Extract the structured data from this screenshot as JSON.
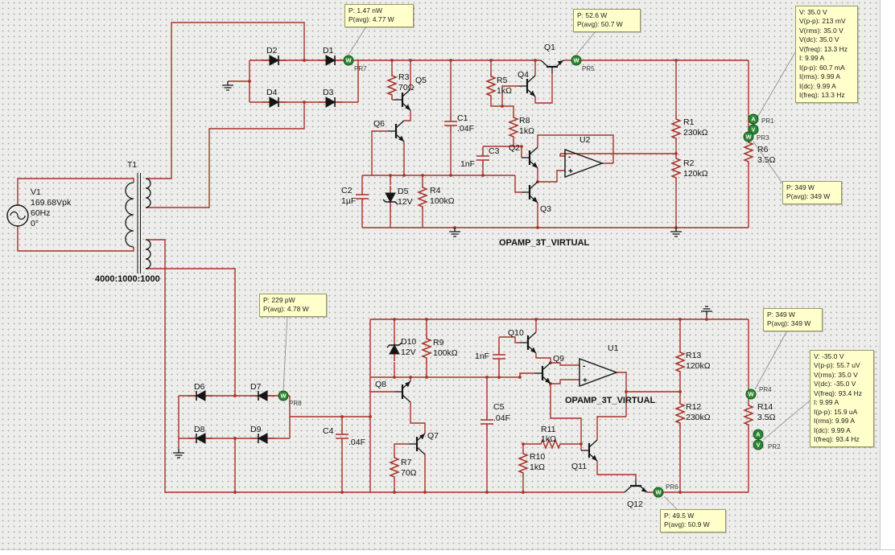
{
  "colors": {
    "wire": "#a93226",
    "component": "#151515",
    "probe_green": "#2d8633",
    "note_bg": "#ffffcc"
  },
  "icons": {
    "power_probe": "W",
    "current_probe": "A",
    "voltage_probe": "V",
    "opamp_plus": "+",
    "opamp_minus": "-"
  },
  "labels": {
    "v1": "V1",
    "v1_amplitude": "169.68Vpk",
    "v1_frequency": "60Hz",
    "v1_phase": "0°",
    "t1": "T1",
    "t1_ratio": "4000:1000:1000",
    "d1": "D1",
    "d2": "D2",
    "d3": "D3",
    "d4": "D4",
    "d5": "D5",
    "d5_value": "12V",
    "d6": "D6",
    "d7": "D7",
    "d8": "D8",
    "d9": "D9",
    "d10": "D10",
    "d10_value": "12V",
    "r1": "R1",
    "r1_value": "230kΩ",
    "r2": "R2",
    "r2_value": "120kΩ",
    "r3": "R3",
    "r3_value": "70Ω",
    "r4": "R4",
    "r4_value": "100kΩ",
    "r5": "R5",
    "r5_value": "1kΩ",
    "r6": "R6",
    "r6_value": "3.5Ω",
    "r7": "R7",
    "r7_value": "70Ω",
    "r8": "R8",
    "r8_value": "1kΩ",
    "r9": "R9",
    "r9_value": "100kΩ",
    "r10": "R10",
    "r10_value": "1kΩ",
    "r11": "R11",
    "r11_value": "1kΩ",
    "r12": "R12",
    "r12_value": "230kΩ",
    "r13": "R13",
    "r13_value": "120kΩ",
    "r14": "R14",
    "r14_value": "3.5Ω",
    "c1": "C1",
    "c1_value": ".04F",
    "c2": "C2",
    "c2_value": "1µF",
    "c3": "C3",
    "c3_value": "1nF",
    "c4": "C4",
    "c4_value": ".04F",
    "c5": "C5",
    "c5_value": ".04F",
    "c6_value": "1nF",
    "q1": "Q1",
    "q2": "Q2",
    "q3": "Q3",
    "q4": "Q4",
    "q5": "Q5",
    "q6": "Q6",
    "q7": "Q7",
    "q8": "Q8",
    "q9": "Q9",
    "q10": "Q10",
    "q11": "Q11",
    "q12": "Q12",
    "u1": "U1",
    "u2": "U2",
    "opamp_type": "OPAMP_3T_VIRTUAL",
    "pr1": "PR1",
    "pr2": "PR2",
    "pr3": "PR3",
    "pr4": "PR4",
    "pr5": "PR5",
    "pr6": "PR6",
    "pr7": "PR7",
    "pr8": "PR8"
  },
  "notes": {
    "pr7": "P: 1.47 nW\nP(avg): 4.77 W",
    "pr5": "P: 52.6 W\nP(avg): 50.7 W",
    "pr1": "V: 35.0 V\nV(p-p): 213 mV\nV(rms): 35.0 V\nV(dc): 35.0 V\nV(freq): 13.3 Hz\nI: 9.99 A\nI(p-p): 60.7 mA\nI(rms): 9.99 A\nI(dc): 9.99 A\nI(freq): 13.3 Hz",
    "pr3": "P: 349 W\nP(avg): 349 W",
    "pr8": "P: 229 pW\nP(avg): 4.78 W",
    "pr4": "P: 349 W\nP(avg): 349 W",
    "pr2": "V: -35.0 V\nV(p-p): 55.7 uV\nV(rms): 35.0 V\nV(dc): -35.0 V\nV(freq): 93.4 Hz\nI: 9.99 A\nI(p-p): 15.9 uA\nI(rms): 9.99 A\nI(dc): 9.99 A\nI(freq): 93.4 Hz",
    "pr6": "P: 49.5 W\nP(avg): 50.9 W"
  }
}
